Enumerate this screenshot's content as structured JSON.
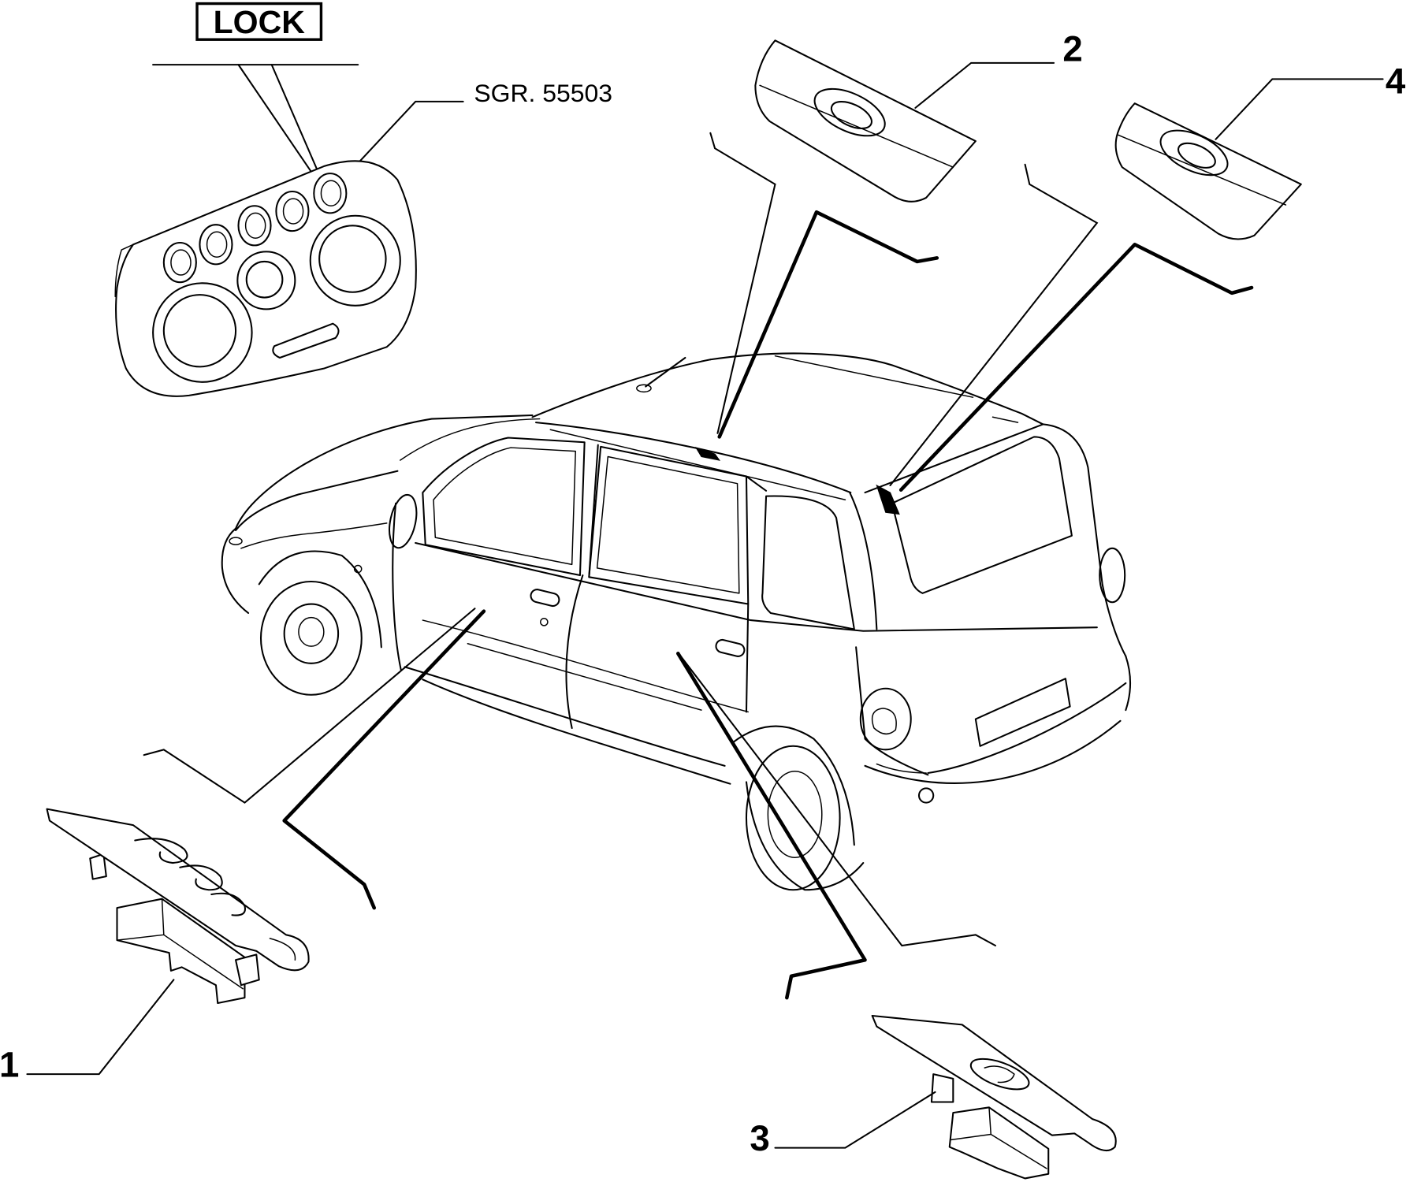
{
  "labels": {
    "lock": "LOCK",
    "reference": "SGR. 55503"
  },
  "callouts": {
    "part_1": "1",
    "part_2": "2",
    "part_3": "3",
    "part_4": "4"
  },
  "colors": {
    "line": "#000000",
    "background": "#ffffff"
  }
}
